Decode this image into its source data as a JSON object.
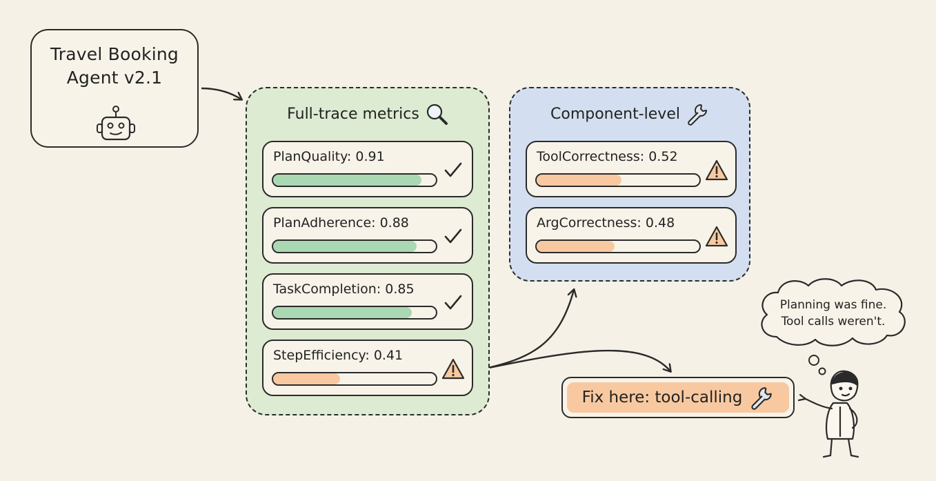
{
  "agent": {
    "title_line1": "Travel Booking",
    "title_line2": "Agent v2.1",
    "icon": "robot-icon"
  },
  "full_trace": {
    "title": "Full-trace metrics",
    "icon": "magnifier-icon",
    "metrics": [
      {
        "label": "PlanQuality: 0.91",
        "value": 0.91,
        "status": "pass"
      },
      {
        "label": "PlanAdherence: 0.88",
        "value": 0.88,
        "status": "pass"
      },
      {
        "label": "TaskCompletion: 0.85",
        "value": 0.85,
        "status": "pass"
      },
      {
        "label": "StepEfficiency: 0.41",
        "value": 0.41,
        "status": "warning"
      }
    ]
  },
  "component": {
    "title": "Component-level",
    "icon": "wrench-icon",
    "metrics": [
      {
        "label": "ToolCorrectness: 0.52",
        "value": 0.52,
        "status": "warning"
      },
      {
        "label": "ArgCorrectness: 0.48",
        "value": 0.48,
        "status": "warning"
      }
    ]
  },
  "fix": {
    "label": "Fix here: tool-calling",
    "icon": "wrench-icon"
  },
  "thought": {
    "line1": "Planning was fine.",
    "line2": "Tool calls weren't."
  },
  "colors": {
    "background": "#f6f1e6",
    "full_panel": "#dcebd2",
    "component_panel": "#d3dff0",
    "pass_fill": "#a9d8b3",
    "warn_fill": "#f8c9a0",
    "ink": "#2a2a2a"
  }
}
